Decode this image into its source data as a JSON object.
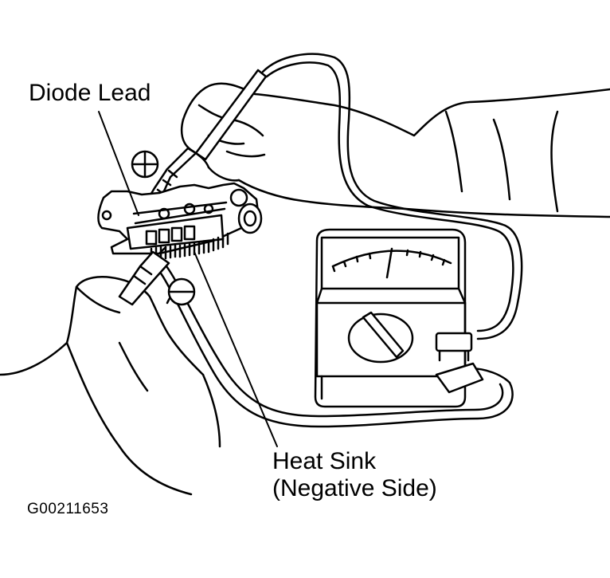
{
  "labels": {
    "diode_lead": "Diode Lead",
    "heat_sink_line1": "Heat Sink",
    "heat_sink_line2": "(Negative Side)"
  },
  "polarity": {
    "positive": "+",
    "negative": "−"
  },
  "figure_id": "G00211653"
}
